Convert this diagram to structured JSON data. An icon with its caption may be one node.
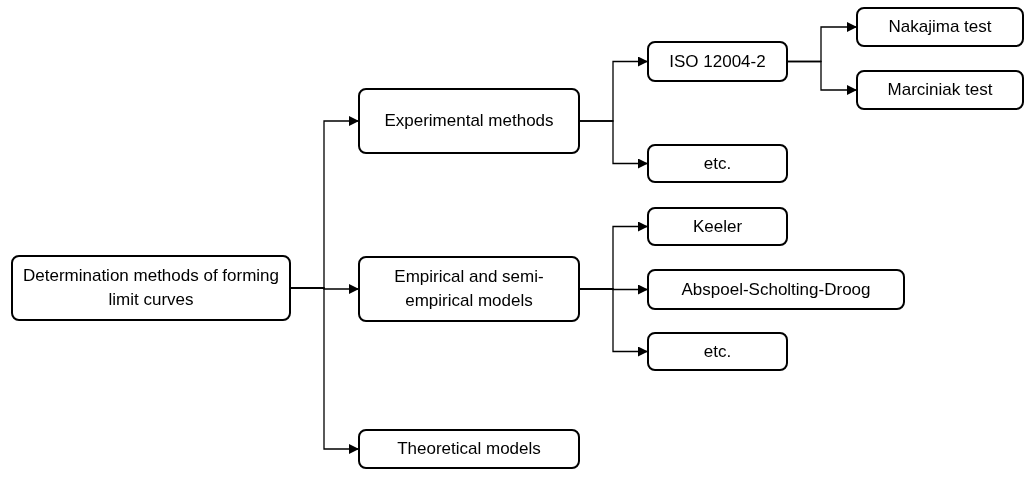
{
  "diagram": {
    "nodes": [
      {
        "text": [
          "Determination methods of forming limit curves"
        ]
      },
      {
        "text": [
          "Experimental methods"
        ]
      },
      {
        "text": [
          "ISO 12004-2"
        ]
      },
      {
        "text": [
          "Nakajima test"
        ]
      },
      {
        "text": [
          "Marciniak test"
        ]
      },
      {
        "text": [
          "etc."
        ]
      },
      {
        "text": [
          "Empirical and semi-empirical models"
        ]
      },
      {
        "text": [
          "Keeler"
        ]
      },
      {
        "text": [
          "Abspoel-Scholting-Droog"
        ]
      },
      {
        "text": [
          "etc."
        ]
      },
      {
        "text": [
          "Theoretical models"
        ]
      }
    ],
    "edges": [
      {
        "from": 0,
        "to": 1,
        "arrow": "to"
      },
      {
        "from": 0,
        "to": 6,
        "arrow": "to"
      },
      {
        "from": 0,
        "to": 10,
        "arrow": "to"
      },
      {
        "from": 1,
        "to": 2,
        "arrow": "to"
      },
      {
        "from": 1,
        "to": 5,
        "arrow": "to"
      },
      {
        "from": 2,
        "to": 3,
        "arrow": "to"
      },
      {
        "from": 2,
        "to": 4,
        "arrow": "to"
      },
      {
        "from": 6,
        "to": 7,
        "arrow": "to"
      },
      {
        "from": 6,
        "to": 8,
        "arrow": "to"
      },
      {
        "from": 6,
        "to": 9,
        "arrow": "to"
      }
    ]
  }
}
